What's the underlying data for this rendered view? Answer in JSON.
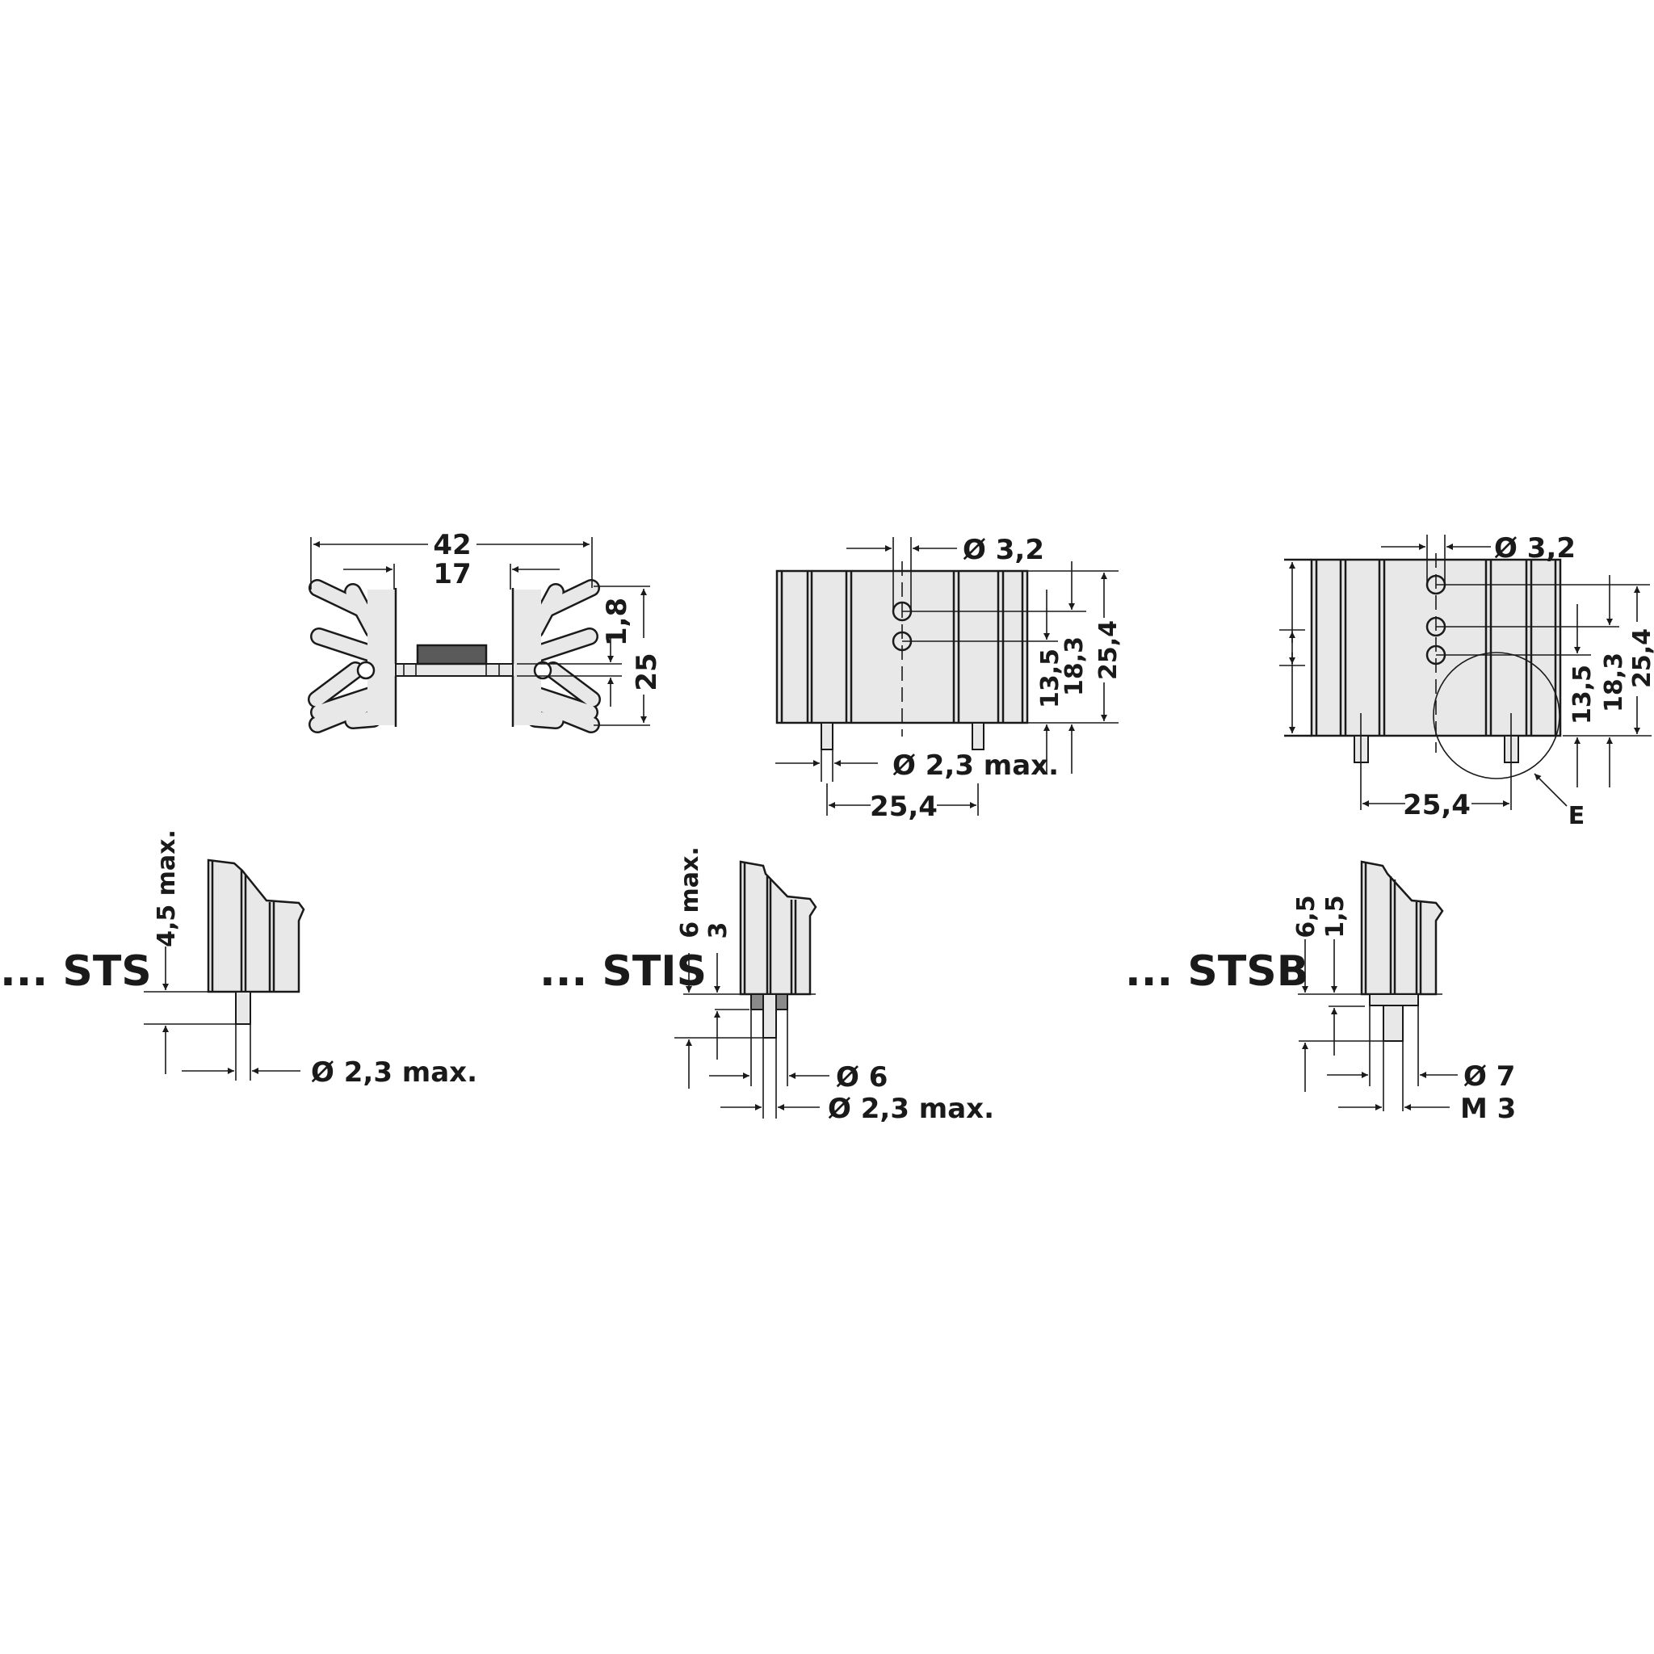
{
  "drawing": {
    "units": "mm",
    "colors": {
      "line": "#1a1a1a",
      "body_fill": "#e8e8e8",
      "component_fill": "#5a5a5a",
      "washer_fill": "#8a8a8a",
      "background": "#ffffff"
    },
    "profile_view": {
      "overall_width": "42",
      "inner_gap": "17",
      "base_thickness": "1,8",
      "height": "25"
    },
    "side_view": {
      "hole_diameter": "Ø  3,2",
      "dim_a": "13,5",
      "dim_b": "18,3",
      "dim_c": "25,4",
      "pin_diameter": "Ø 2,3 max.",
      "pin_spacing": "25,4"
    },
    "side_view_variant": {
      "hole_diameter": "Ø 3,2",
      "dim_a": "13,5",
      "dim_b": "18,3",
      "dim_c": "25,4",
      "pin_spacing": "25,4",
      "detail_label": "E"
    },
    "details": [
      {
        "variant": "... STS",
        "dims": [
          "4,5 max."
        ],
        "diameters": [
          "Ø 2,3 max."
        ]
      },
      {
        "variant": "... STIS",
        "dims": [
          "6 max.",
          "3"
        ],
        "diameters": [
          "Ø 6",
          "Ø 2,3 max."
        ]
      },
      {
        "variant": "... STSB",
        "dims": [
          "6,5",
          "1,5"
        ],
        "diameters": [
          "Ø 7",
          "M 3"
        ]
      }
    ]
  }
}
